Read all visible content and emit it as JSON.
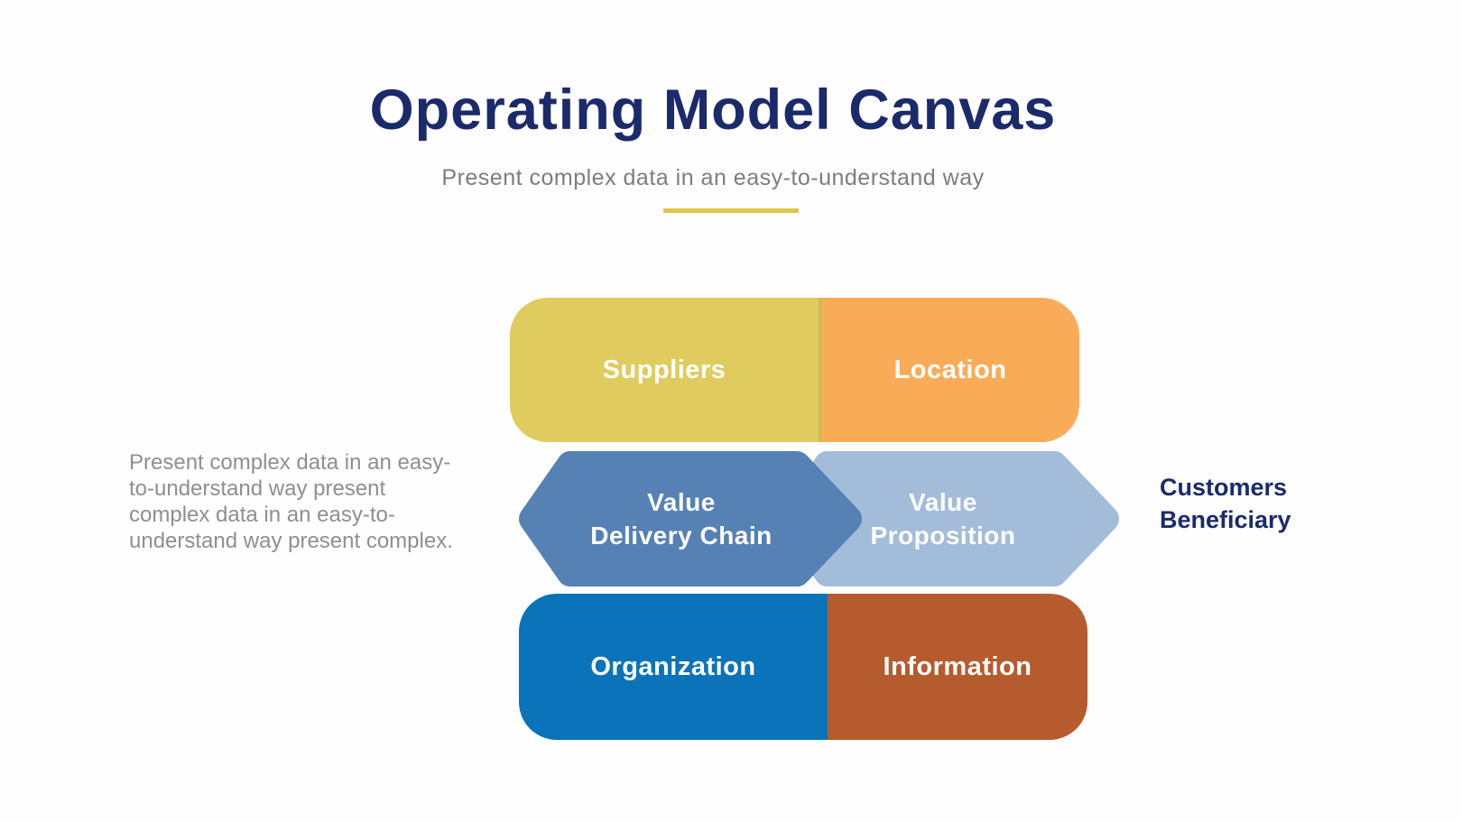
{
  "title": "Operating Model Canvas",
  "subtitle": "Present complex data in an easy-to-understand way",
  "description": "Present complex data in an easy-\nto-understand way present\ncomplex data in an easy-to-\nunderstand way present complex.",
  "side_label": "Customers\nBeneficiary",
  "colors": {
    "background": "#fefefe",
    "title_text": "#1b2a6b",
    "subtitle_text": "#7d7d7d",
    "body_text": "#8f8f8f",
    "accent_underline": "#e0c74a",
    "cell_label_text": "#ffffff"
  },
  "canvas": {
    "cells": [
      {
        "id": "suppliers",
        "label": "Suppliers",
        "color": "#e0cb5e"
      },
      {
        "id": "location",
        "label": "Location",
        "color": "#faab57"
      },
      {
        "id": "value-delivery-chain",
        "label": "Value\nDelivery Chain",
        "color": "#5581b4"
      },
      {
        "id": "value-proposition",
        "label": "Value\nProposition",
        "color": "#a3bcda"
      },
      {
        "id": "organization",
        "label": "Organization",
        "color": "#0b73b9"
      },
      {
        "id": "information",
        "label": "Information",
        "color": "#b55b2e"
      }
    ]
  }
}
